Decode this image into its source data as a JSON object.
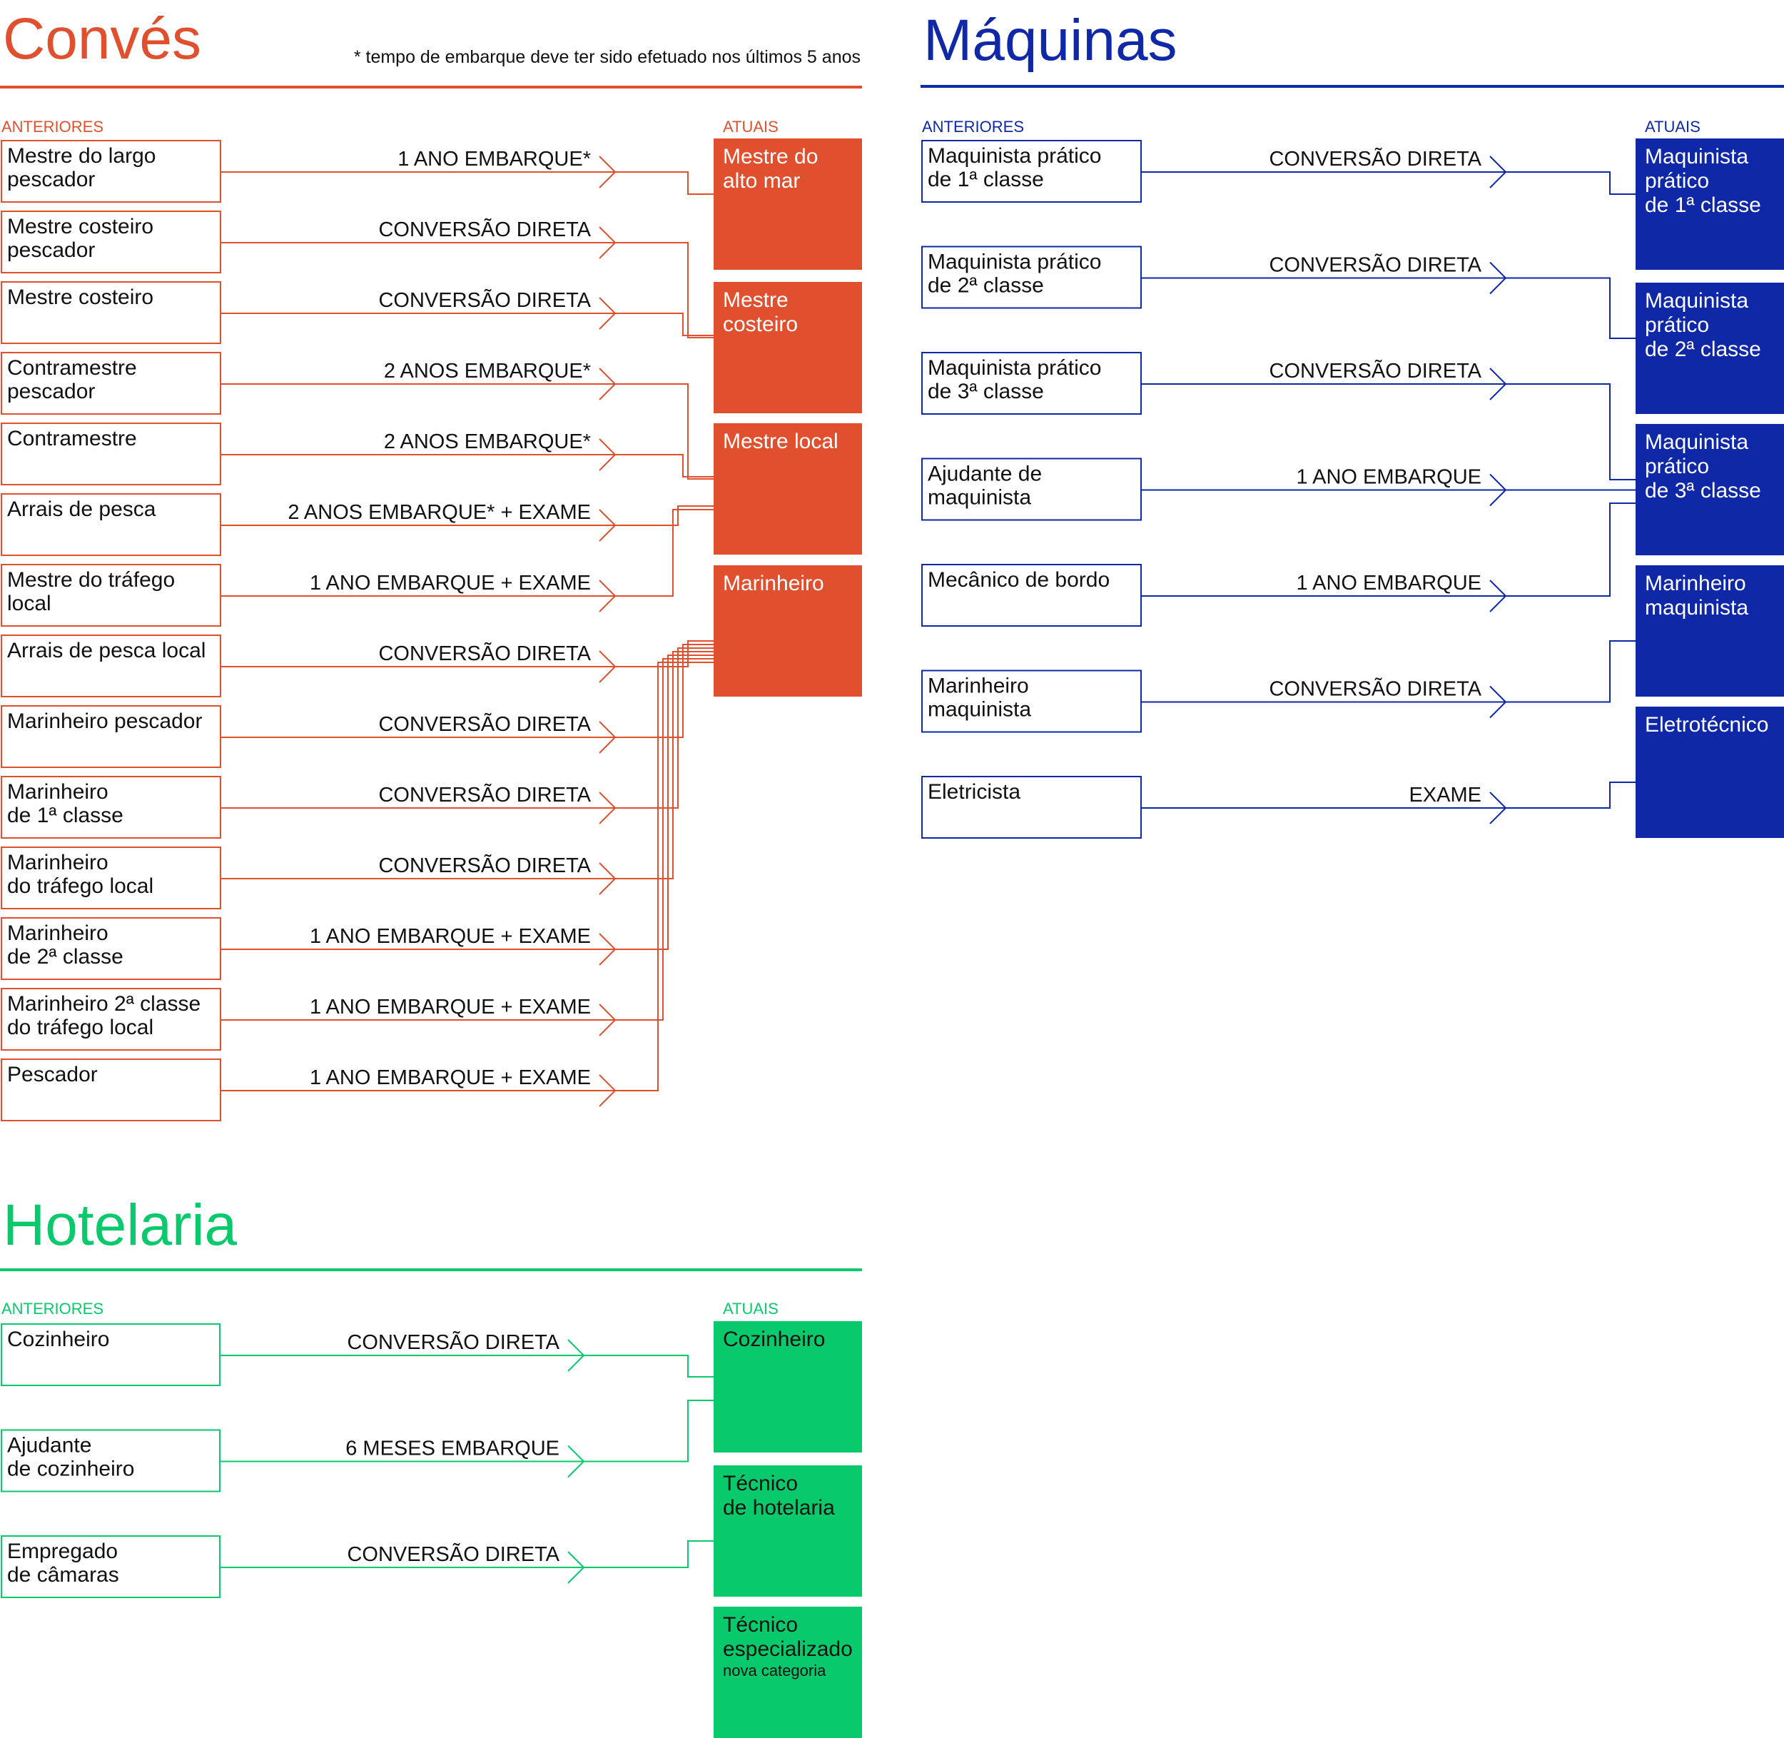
{
  "colors": {
    "conves": "#e0502e",
    "maquinas": "#0e28a8",
    "hotelaria": "#08c96c",
    "text": "#111111",
    "current_text": "#ffffff",
    "hotel_current_text": "#111111"
  },
  "footnote": "* tempo de embarque deve ter sido efetuado nos últimos 5 anos",
  "sections": [
    {
      "key": "conves",
      "title": "Convés",
      "label_previous": "ANTERIORES",
      "label_current": "ATUAIS",
      "current": [
        {
          "lines": [
            "Mestre do",
            "alto mar"
          ],
          "sub": ""
        },
        {
          "lines": [
            "Mestre",
            "costeiro"
          ],
          "sub": ""
        },
        {
          "lines": [
            "Mestre local"
          ],
          "sub": ""
        },
        {
          "lines": [
            "Marinheiro"
          ],
          "sub": ""
        }
      ],
      "previous": [
        {
          "lines": [
            "Mestre do largo",
            "pescador"
          ],
          "path": "1 ANO EMBARQUE*",
          "to": 0
        },
        {
          "lines": [
            "Mestre costeiro",
            "pescador"
          ],
          "path": "CONVERSÃO DIRETA",
          "to": 1
        },
        {
          "lines": [
            "Mestre costeiro"
          ],
          "path": "CONVERSÃO DIRETA",
          "to": 1
        },
        {
          "lines": [
            "Contramestre",
            "pescador"
          ],
          "path": "2 ANOS EMBARQUE*",
          "to": 2
        },
        {
          "lines": [
            "Contramestre"
          ],
          "path": "2 ANOS EMBARQUE*",
          "to": 2
        },
        {
          "lines": [
            "Arrais de pesca"
          ],
          "path": "2 ANOS EMBARQUE* + EXAME",
          "to": 2
        },
        {
          "lines": [
            "Mestre do tráfego",
            "local"
          ],
          "path": "1 ANO EMBARQUE + EXAME",
          "to": 2
        },
        {
          "lines": [
            "Arrais de pesca local"
          ],
          "path": "CONVERSÃO DIRETA",
          "to": 3
        },
        {
          "lines": [
            "Marinheiro pescador"
          ],
          "path": "CONVERSÃO DIRETA",
          "to": 3
        },
        {
          "lines": [
            "Marinheiro",
            "de 1ª classe"
          ],
          "path": "CONVERSÃO DIRETA",
          "to": 3
        },
        {
          "lines": [
            "Marinheiro",
            "do tráfego local"
          ],
          "path": "CONVERSÃO DIRETA",
          "to": 3
        },
        {
          "lines": [
            "Marinheiro",
            "de 2ª classe"
          ],
          "path": "1 ANO EMBARQUE + EXAME",
          "to": 3
        },
        {
          "lines": [
            "Marinheiro 2ª classe",
            "do tráfego local"
          ],
          "path": "1 ANO EMBARQUE + EXAME",
          "to": 3
        },
        {
          "lines": [
            "Pescador"
          ],
          "path": "1 ANO EMBARQUE + EXAME",
          "to": 3
        }
      ]
    },
    {
      "key": "maquinas",
      "title": "Máquinas",
      "label_previous": "ANTERIORES",
      "label_current": "ATUAIS",
      "current": [
        {
          "lines": [
            "Maquinista",
            "prático",
            "de 1ª classe"
          ],
          "sub": ""
        },
        {
          "lines": [
            "Maquinista",
            "prático",
            "de 2ª classe"
          ],
          "sub": ""
        },
        {
          "lines": [
            "Maquinista",
            "prático",
            "de 3ª classe"
          ],
          "sub": ""
        },
        {
          "lines": [
            "Marinheiro",
            "maquinista"
          ],
          "sub": ""
        },
        {
          "lines": [
            "Eletrotécnico"
          ],
          "sub": ""
        }
      ],
      "previous": [
        {
          "lines": [
            "Maquinista prático",
            "de 1ª classe"
          ],
          "path": "CONVERSÃO DIRETA",
          "to": 0
        },
        {
          "lines": [
            "Maquinista prático",
            "de 2ª classe"
          ],
          "path": "CONVERSÃO DIRETA",
          "to": 1
        },
        {
          "lines": [
            "Maquinista prático",
            "de 3ª classe"
          ],
          "path": "CONVERSÃO DIRETA",
          "to": 2
        },
        {
          "lines": [
            "Ajudante de",
            "maquinista"
          ],
          "path": "1 ANO EMBARQUE",
          "to": 2
        },
        {
          "lines": [
            "Mecânico de bordo"
          ],
          "path": "1 ANO EMBARQUE",
          "to": 2
        },
        {
          "lines": [
            "Marinheiro",
            "maquinista"
          ],
          "path": "CONVERSÃO DIRETA",
          "to": 3
        },
        {
          "lines": [
            "Eletricista"
          ],
          "path": "EXAME",
          "to": 4
        }
      ]
    },
    {
      "key": "hotelaria",
      "title": "Hotelaria",
      "label_previous": "ANTERIORES",
      "label_current": "ATUAIS",
      "current": [
        {
          "lines": [
            "Cozinheiro"
          ],
          "sub": ""
        },
        {
          "lines": [
            "Técnico",
            "de hotelaria"
          ],
          "sub": ""
        },
        {
          "lines": [
            "Técnico",
            "especializado"
          ],
          "sub": "nova categoria"
        }
      ],
      "previous": [
        {
          "lines": [
            "Cozinheiro"
          ],
          "path": "CONVERSÃO DIRETA",
          "to": 0
        },
        {
          "lines": [
            "Ajudante",
            "de cozinheiro"
          ],
          "path": "6 MESES EMBARQUE",
          "to": 0
        },
        {
          "lines": [
            "Empregado",
            "de câmaras"
          ],
          "path": "CONVERSÃO DIRETA",
          "to": 1
        }
      ]
    }
  ]
}
